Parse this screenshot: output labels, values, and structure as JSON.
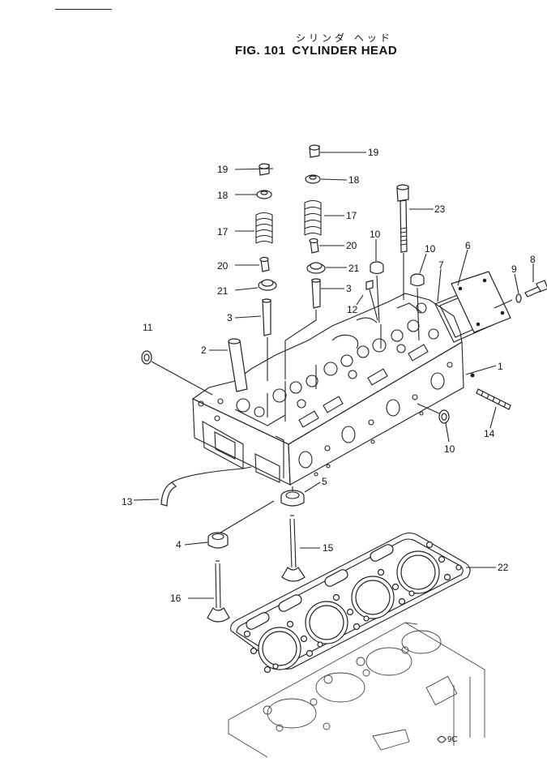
{
  "title": {
    "japanese": "シリンダ ヘッド",
    "fig_label": "FIG. 101",
    "name": "CYLINDER HEAD"
  },
  "callouts": {
    "c1": "1",
    "c2": "2",
    "c3a": "3",
    "c3b": "3",
    "c4": "4",
    "c5": "5",
    "c6": "6",
    "c7": "7",
    "c8": "8",
    "c9": "9",
    "c10a": "10",
    "c10b": "10",
    "c10c": "10",
    "c11": "11",
    "c12": "12",
    "c13": "13",
    "c14": "14",
    "c15": "15",
    "c16": "16",
    "c17a": "17",
    "c17b": "17",
    "c18a": "18",
    "c18b": "18",
    "c19a": "19",
    "c19b": "19",
    "c20a": "20",
    "c20b": "20",
    "c21a": "21",
    "c21b": "21",
    "c22": "22",
    "c23": "23"
  },
  "corner_mark": "9C"
}
